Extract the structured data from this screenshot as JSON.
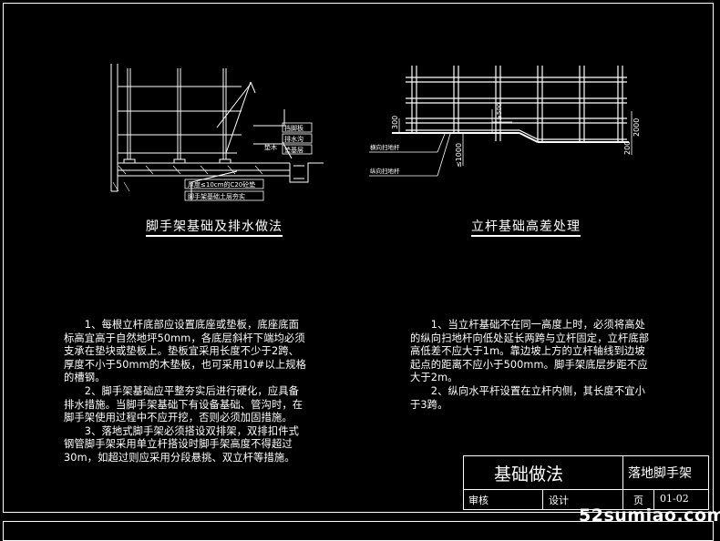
{
  "left_drawing": {
    "caption": "脚手架基础及排水做法",
    "labels": {
      "a": "挡脚板",
      "b": "排水沟",
      "c": "垫基层",
      "d": "垫木",
      "e": "厚度≤10cm的C20砼垫",
      "f": "脚手架基础土层夯实"
    }
  },
  "right_drawing": {
    "caption": "立杆基础高差处理",
    "labels": {
      "dim_300": "300",
      "dim_1000": "≤1000",
      "dim_500": "≥500",
      "dim_200": "200",
      "dim_2000": "2000",
      "sweep_h": "横向扫地杆",
      "sweep_v": "纵向扫地杆"
    }
  },
  "notes_left": "　　1、每根立杆底部应设置底座或垫板，底座底面\n标高宜高于自然地坪50mm，各底层斜杆下端均必须\n支承在垫块或垫板上。垫板宜采用长度不少于2跨、\n厚度不小于50mm的木垫板，也可采用10#以上规格\n的槽钢。\n　　2、脚手架基础应平整夯实后进行硬化，应具备\n排水措施。当脚手架基础下有设备基础、管沟时，在\n脚手架使用过程中不应开挖，否则必须加固措施。\n　　3、落地式脚手架必须搭设双排架，双排扣件式\n钢管脚手架采用单立杆搭设时脚手架高度不得超过\n30m，如超过则应采用分段悬挑、双立杆等措施。",
  "notes_right": "　　1、当立杆基础不在同一高度上时，必须将高处\n的纵向扫地杆向低处延长两跨与立杆固定，立杆底部\n高低差不应大于1m。靠边坡上方的立杆轴线到边坡\n起点的距离不应小于500mm。脚手架底层步距不应\n大于2m。\n　　2、纵向水平杆设置在立杆内侧，其长度不宜小\n于3跨。",
  "title_block": {
    "title": "基础做法",
    "project": "落地脚手架",
    "review_label": "审核",
    "design_label": "设计",
    "page_label": "页",
    "page_number": "01-02"
  },
  "watermark": "52sumiao.com"
}
